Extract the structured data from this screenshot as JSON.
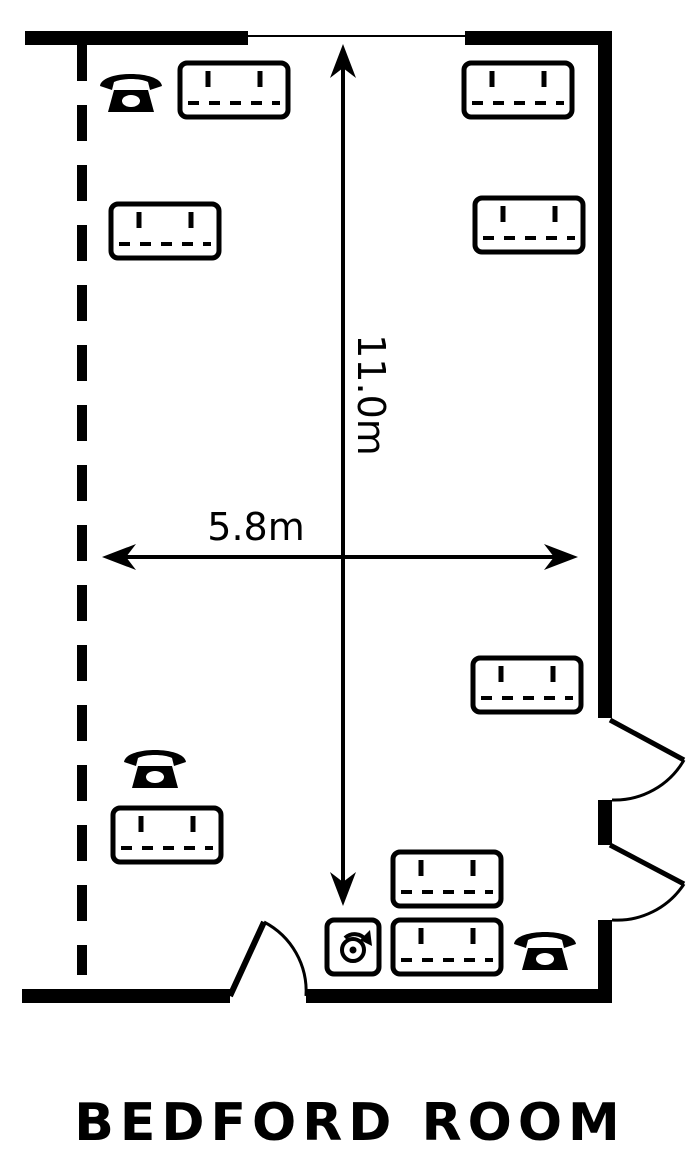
{
  "room": {
    "name": "BEDFORD ROOM",
    "width_label": "5.8m",
    "length_label": "11.0m"
  },
  "symbols": {
    "socket": "double-socket-icon",
    "phone": "telephone-icon",
    "data_point": "data-point-icon"
  },
  "colors": {
    "ink": "#000000",
    "paper": "#ffffff"
  }
}
